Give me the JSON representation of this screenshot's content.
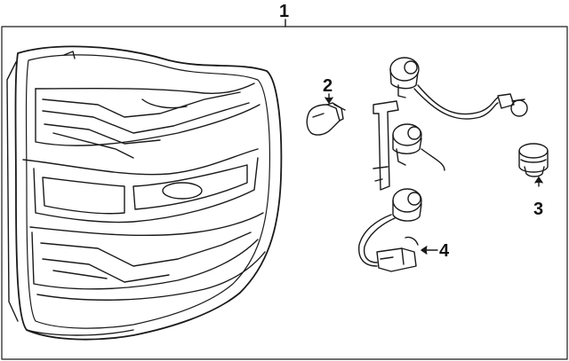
{
  "diagram": {
    "callouts": [
      {
        "id": "1",
        "label": "1"
      },
      {
        "id": "2",
        "label": "2"
      },
      {
        "id": "3",
        "label": "3"
      },
      {
        "id": "4",
        "label": "4"
      }
    ],
    "colors": {
      "line": "#1a1a1a",
      "background": "#ffffff"
    }
  }
}
